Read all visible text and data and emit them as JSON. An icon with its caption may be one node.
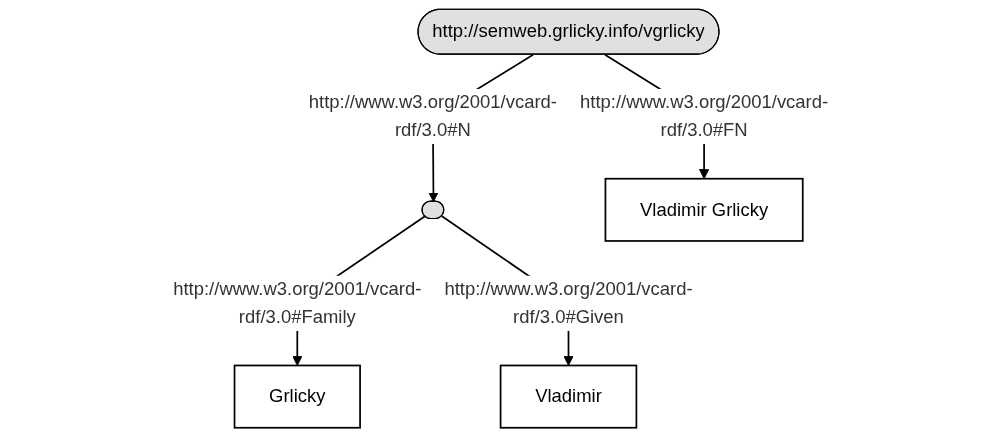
{
  "diagram": {
    "nodes": [
      {
        "text": [
          "http://semweb.grlicky.info/vgrlicky"
        ]
      },
      {
        "text": [],
        "shape": "ellipse"
      },
      {
        "text": [
          "Vladimir Grlicky"
        ]
      },
      {
        "text": [
          "Grlicky"
        ]
      },
      {
        "text": [
          "Vladimir"
        ]
      }
    ],
    "edges": [
      {
        "from": 0,
        "to": 1,
        "arrow": "to",
        "label": "http://www.w3.org/2001/vcard-rdf/3.0#N"
      },
      {
        "from": 0,
        "to": 2,
        "arrow": "to",
        "label": "http://www.w3.org/2001/vcard-rdf/3.0#FN"
      },
      {
        "from": 1,
        "to": 3,
        "arrow": "to",
        "label": "http://www.w3.org/2001/vcard-rdf/3.0#Family"
      },
      {
        "from": 1,
        "to": 4,
        "arrow": "to",
        "label": "http://www.w3.org/2001/vcard-rdf/3.0#Given"
      }
    ]
  }
}
